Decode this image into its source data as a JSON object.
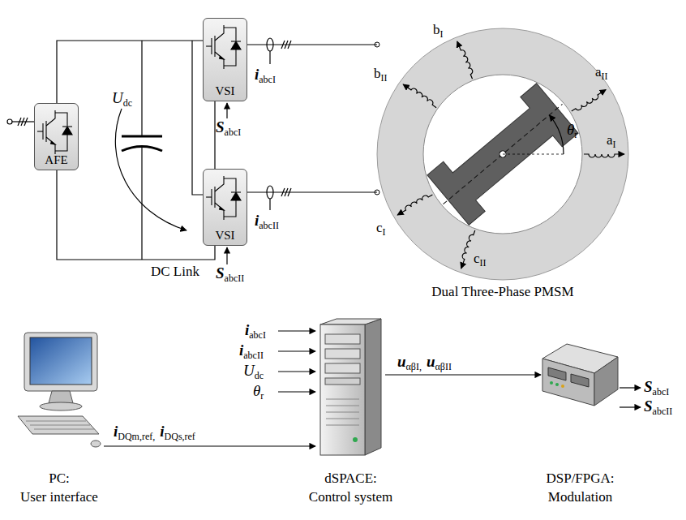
{
  "diagram": {
    "nodes": [
      {
        "text": [
          "AFE"
        ]
      },
      {
        "text": [
          "VSI"
        ]
      },
      {
        "text": [
          "VSI"
        ]
      },
      {
        "text": [
          "Dual Three-Phase PMSM"
        ]
      },
      {
        "text": [
          "PC:",
          "User interface"
        ]
      },
      {
        "text": [
          "dSPACE:",
          "Control system"
        ]
      },
      {
        "text": [
          "DSP/FPGA:",
          "Modulation"
        ]
      }
    ],
    "edges": [
      {
        "from": 1,
        "to": 3,
        "arrow": "none"
      },
      {
        "from": 2,
        "to": 3,
        "arrow": "none"
      },
      {
        "from": 4,
        "to": 5,
        "arrow": "to"
      },
      {
        "from": 5,
        "to": 6,
        "arrow": "to"
      }
    ],
    "labels": [
      "U",
      "dc",
      "DC Link",
      "i",
      "abcI",
      "S",
      "abcI",
      "i",
      "abcII",
      "S",
      "abcII",
      "b",
      "I",
      "b",
      "II",
      "a",
      "II",
      "a",
      "I",
      "c",
      "I",
      "c",
      "II",
      "θ",
      "r",
      "i",
      "abcI",
      "i",
      "abcII",
      "U",
      "dc",
      "θ",
      "r",
      "i",
      "DQm,ref,",
      "i",
      "DQs,ref",
      "u",
      "αβI,",
      "u",
      "αβII",
      "S",
      "abcI",
      "S",
      "abcII"
    ]
  }
}
